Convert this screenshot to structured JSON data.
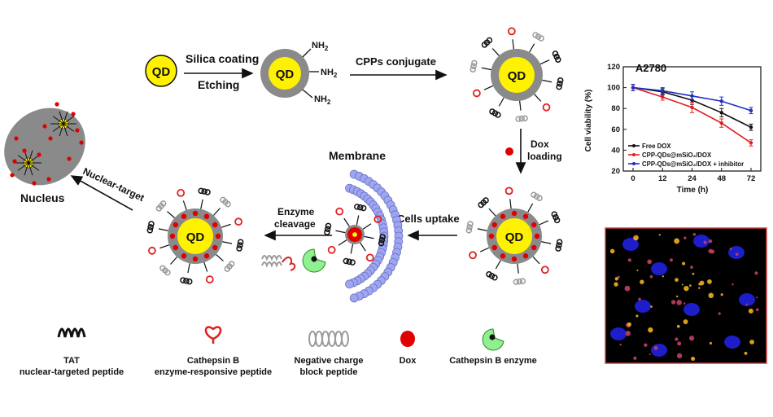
{
  "qd_label": "QD",
  "steps": {
    "silica_coating": "Silica coating",
    "etching": "Etching",
    "nh2": "NH",
    "nh2_sub": "2",
    "cpps_conjugate": "CPPs conjugate",
    "dox_loading_1": "Dox",
    "dox_loading_2": "loading",
    "cells_uptake": "Cells uptake",
    "membrane": "Membrane",
    "enzyme_cleavage_1": "Enzyme",
    "enzyme_cleavage_2": "cleavage",
    "nuclear_target": "Nuclear-target",
    "nucleus": "Nucleus"
  },
  "legend": [
    {
      "icon": "tat-peptide-icon",
      "line1": "TAT",
      "line2": "nuclear-targeted peptide",
      "color": "#111111"
    },
    {
      "icon": "cathepsin-peptide-icon",
      "line1": "Cathepsin B",
      "line2": "enzyme-responsive peptide",
      "color": "#e02020"
    },
    {
      "icon": "negative-peptide-icon",
      "line1": "Negative charge",
      "line2": "block peptide",
      "color": "#9a9a9a"
    },
    {
      "icon": "dox-icon",
      "line1": "Dox",
      "line2": "",
      "color": "#e00000"
    },
    {
      "icon": "cathepsin-enzyme-icon",
      "line1": "Cathepsin B enzyme",
      "line2": "",
      "color": "#8ef08e"
    }
  ],
  "colors": {
    "qd_core": "#fff200",
    "silica_shell": "#8a8a8a",
    "dox": "#e00000",
    "membrane": "#9fa6f0",
    "enzyme": "#8ef08e"
  },
  "chart_data": {
    "type": "line",
    "title": "A2780",
    "xlabel": "Time (h)",
    "ylabel": "Cell viability (%)",
    "x": [
      0,
      12,
      24,
      48,
      72
    ],
    "xlim": [
      -4,
      76
    ],
    "ylim": [
      20,
      120
    ],
    "xticks": [
      "0",
      "12",
      "24",
      "48",
      "72"
    ],
    "yticks": [
      "20",
      "40",
      "60",
      "80",
      "100",
      "120"
    ],
    "x_positions": [
      0,
      1,
      2,
      3,
      4
    ],
    "series": [
      {
        "name": "Free DOX",
        "color": "#111111",
        "values": [
          100,
          96,
          88,
          76,
          62
        ],
        "errors": [
          3,
          3,
          4,
          4,
          3
        ]
      },
      {
        "name": "CPP-QDs@mSiO₂/DOX",
        "color": "#e02020",
        "values": [
          100,
          91,
          81,
          66,
          47
        ],
        "errors": [
          3,
          3,
          5,
          4,
          3
        ]
      },
      {
        "name": "CPP-QDs@mSiO₂/DOX + inhibitor",
        "color": "#2030c0",
        "values": [
          100,
          97,
          92,
          87,
          78
        ],
        "errors": [
          3,
          3,
          4,
          4,
          3
        ]
      }
    ],
    "legend_position": "bottom-left"
  },
  "micrograph": {
    "border_color": "#d04040"
  }
}
